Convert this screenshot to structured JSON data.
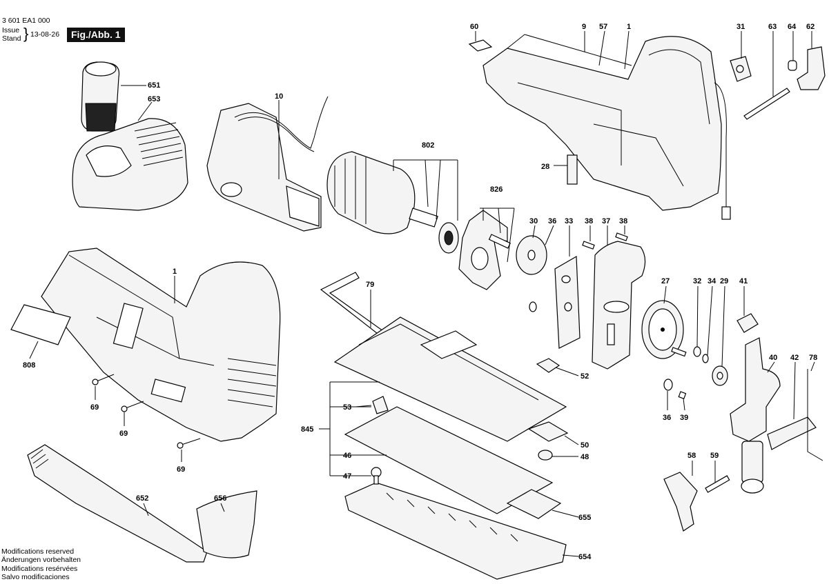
{
  "header": {
    "doc_number": "3 601 EA1 000",
    "issue_label": "Issue",
    "stand_label": "Stand",
    "date": "13-08-26",
    "figure_title": "Fig./Abb. 1"
  },
  "notes": [
    "Modifications reserved",
    "Änderungen vorbehalten",
    "Modifications resérvées",
    "Salvo modificaciones"
  ],
  "callouts": [
    "651",
    "653",
    "10",
    "60",
    "9",
    "57",
    "1",
    "31",
    "63",
    "64",
    "62",
    "802",
    "826",
    "28",
    "30",
    "36",
    "33",
    "38",
    "37",
    "38",
    "27",
    "32",
    "34",
    "29",
    "41",
    "1",
    "808",
    "79",
    "40",
    "42",
    "78",
    "52",
    "69",
    "69",
    "69",
    "53",
    "845",
    "50",
    "48",
    "36",
    "39",
    "46",
    "47",
    "655",
    "58",
    "59",
    "652",
    "656",
    "654"
  ]
}
